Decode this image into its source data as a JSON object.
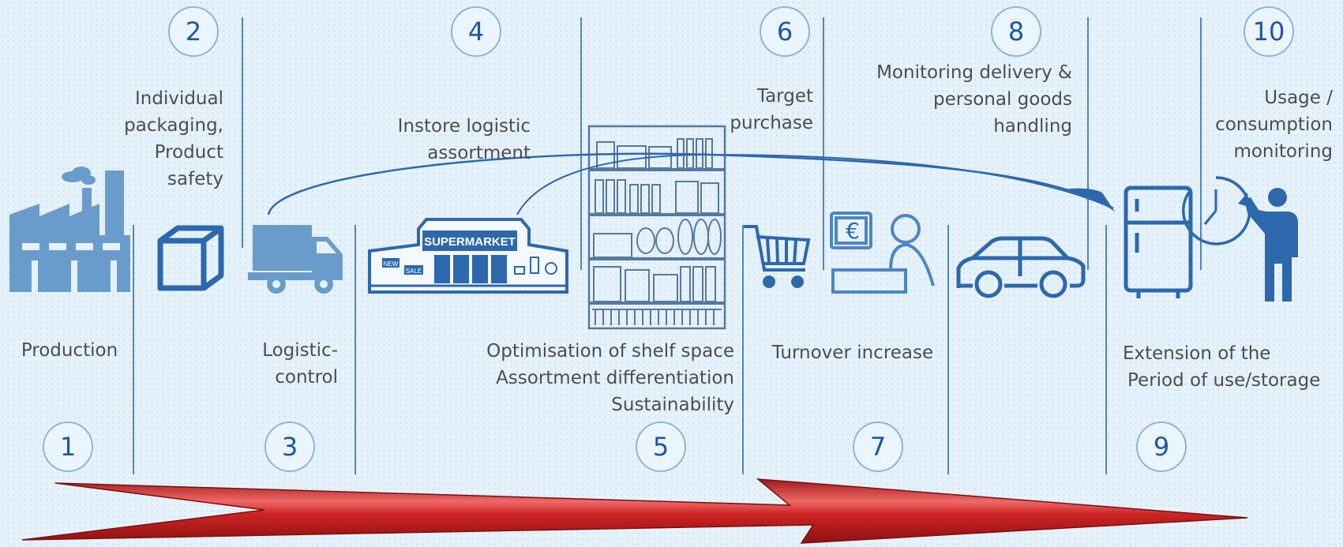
{
  "steps": [
    {
      "number": "1",
      "lines": [
        "Production"
      ]
    },
    {
      "number": "2",
      "lines": [
        "Individual",
        "packaging,",
        "Product",
        "safety"
      ]
    },
    {
      "number": "3",
      "lines": [
        "Logistic-",
        "control"
      ]
    },
    {
      "number": "4",
      "lines": [
        "Instore logistic",
        "assortment"
      ]
    },
    {
      "number": "5",
      "lines": [
        "Optimisation of shelf space",
        "Assortment differentiation",
        "Sustainability"
      ]
    },
    {
      "number": "6",
      "lines": [
        "Target",
        "purchase"
      ]
    },
    {
      "number": "7",
      "lines": [
        "Turnover increase"
      ]
    },
    {
      "number": "8",
      "lines": [
        "Monitoring delivery &",
        "personal goods",
        "handling"
      ]
    },
    {
      "number": "9",
      "lines": [
        "Extension of the",
        "Period of use/storage"
      ]
    },
    {
      "number": "10",
      "lines": [
        "Usage /",
        "consumption",
        "monitoring"
      ]
    }
  ],
  "icons": [
    "factory-icon",
    "box-icon",
    "truck-icon",
    "supermarket-icon",
    "shelf-icon",
    "cart-icon",
    "cashier-icon",
    "car-icon",
    "fridge-icon",
    "person-clock-icon"
  ],
  "store_sign": "SUPERMARKET",
  "store_badges": [
    "NEW",
    "SALE"
  ],
  "cashier_symbol": "€",
  "colors": {
    "icon_blue": "#6a9ccb",
    "dark_blue": "#2d68ad",
    "number_blue": "#1d56a5",
    "arrow_red": "#c42222",
    "background": "#e6f2fb"
  }
}
